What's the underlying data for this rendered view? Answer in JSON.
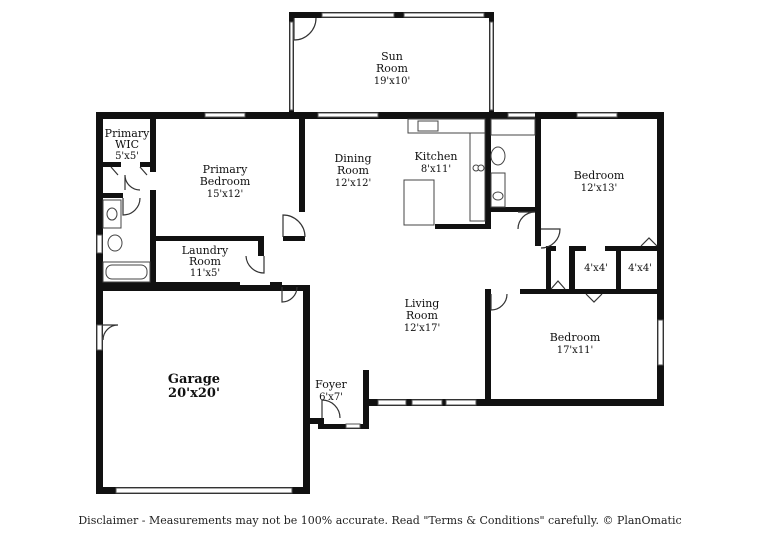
{
  "rooms": {
    "sun_room": {
      "name_line1": "Sun",
      "name_line2": "Room",
      "dims": "19'x10'"
    },
    "primary_wic": {
      "name_line1": "Primary",
      "name_line2": "WIC",
      "dims": "5'x5'"
    },
    "primary_bedroom": {
      "name_line1": "Primary",
      "name_line2": "Bedroom",
      "dims": "15'x12'"
    },
    "dining_room": {
      "name_line1": "Dining",
      "name_line2": "Room",
      "dims": "12'x12'"
    },
    "kitchen": {
      "name": "Kitchen",
      "dims": "8'x11'"
    },
    "bedroom_upper": {
      "name": "Bedroom",
      "dims": "12'x13'"
    },
    "laundry_room": {
      "name_line1": "Laundry",
      "name_line2": "Room",
      "dims": "11'x5'"
    },
    "closet_left": {
      "dims": "4'x4'"
    },
    "closet_right": {
      "dims": "4'x4'"
    },
    "living_room": {
      "name_line1": "Living",
      "name_line2": "Room",
      "dims": "12'x17'"
    },
    "bedroom_lower": {
      "name": "Bedroom",
      "dims": "17'x11'"
    },
    "garage": {
      "name": "Garage",
      "dims": "20'x20'"
    },
    "foyer": {
      "name": "Foyer",
      "dims": "6'x7'"
    }
  },
  "footer": {
    "disclaimer": "Disclaimer - Measurements may not be 100% accurate. Read \"Terms & Conditions\" carefully. © PlanOmatic"
  }
}
